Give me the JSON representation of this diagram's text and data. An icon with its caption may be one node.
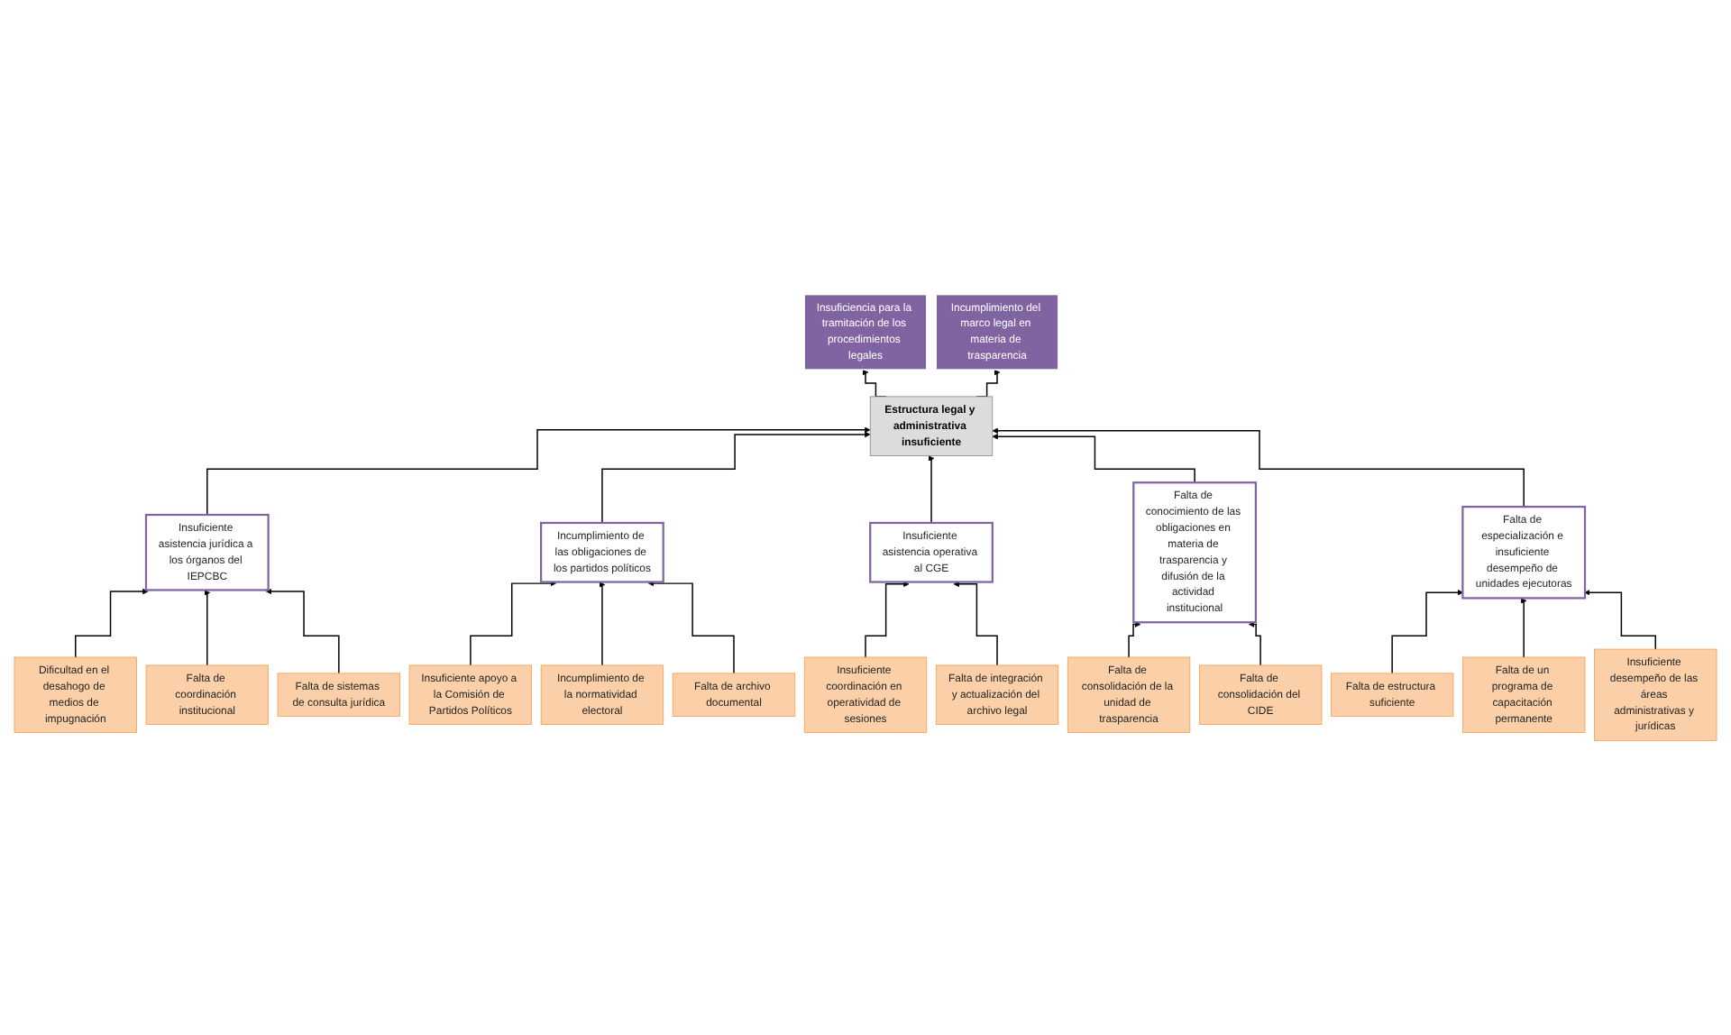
{
  "diagram": {
    "nodes": [
      {
        "text": [
          "Insuficiencia para la tramitación de los procedimientos legales"
        ]
      },
      {
        "text": [
          "Incumplimiento del marco legal en materia de trasparencia"
        ]
      },
      {
        "text": [
          "Estructura legal y administrativa insuficiente"
        ]
      },
      {
        "text": [
          "Insuficiente asistencia jurídica a los órganos del IEPCBC"
        ]
      },
      {
        "text": [
          "Incumplimiento de las obligaciones de los partidos políticos"
        ]
      },
      {
        "text": [
          "Insuficiente asistencia operativa al CGE"
        ]
      },
      {
        "text": [
          "Falta de conocimiento de las obligaciones en materia de trasparencia y difusión de la actividad institucional"
        ]
      },
      {
        "text": [
          "Falta de especialización e insuficiente desempeño de unidades ejecutoras"
        ]
      },
      {
        "text": [
          "Dificultad en el desahogo de medios de impugnación"
        ]
      },
      {
        "text": [
          "Falta de coordinación institucional"
        ]
      },
      {
        "text": [
          "Falta de sistemas de consulta jurídica"
        ]
      },
      {
        "text": [
          "Insuficiente apoyo a la Comisión de Partidos Políticos"
        ]
      },
      {
        "text": [
          "Incumplimiento de la normatividad electoral"
        ]
      },
      {
        "text": [
          "Falta de archivo documental"
        ]
      },
      {
        "text": [
          "Insuficiente coordinación en operatividad de sesiones"
        ]
      },
      {
        "text": [
          "Falta de integración y actualización del archivo legal"
        ]
      },
      {
        "text": [
          "Falta de consolidación de la unidad de trasparencia"
        ]
      },
      {
        "text": [
          "Falta de consolidación del CIDE"
        ]
      },
      {
        "text": [
          "Falta de estructura suficiente"
        ]
      },
      {
        "text": [
          "Falta de un programa de capacitación permanente"
        ]
      },
      {
        "text": [
          "Insuficiente desempeño de las áreas administrativas y jurídicas"
        ]
      }
    ],
    "edges": [
      {
        "from": 2,
        "to": 0,
        "arrow": "to"
      },
      {
        "from": 2,
        "to": 1,
        "arrow": "to"
      },
      {
        "from": 3,
        "to": 2,
        "arrow": "to"
      },
      {
        "from": 4,
        "to": 2,
        "arrow": "to"
      },
      {
        "from": 5,
        "to": 2,
        "arrow": "to"
      },
      {
        "from": 6,
        "to": 2,
        "arrow": "to"
      },
      {
        "from": 7,
        "to": 2,
        "arrow": "to"
      },
      {
        "from": 8,
        "to": 3,
        "arrow": "to"
      },
      {
        "from": 9,
        "to": 3,
        "arrow": "to"
      },
      {
        "from": 10,
        "to": 3,
        "arrow": "to"
      },
      {
        "from": 11,
        "to": 4,
        "arrow": "to"
      },
      {
        "from": 12,
        "to": 4,
        "arrow": "to"
      },
      {
        "from": 13,
        "to": 4,
        "arrow": "to"
      },
      {
        "from": 14,
        "to": 5,
        "arrow": "to"
      },
      {
        "from": 15,
        "to": 5,
        "arrow": "to"
      },
      {
        "from": 16,
        "to": 6,
        "arrow": "to"
      },
      {
        "from": 17,
        "to": 6,
        "arrow": "to"
      },
      {
        "from": 18,
        "to": 7,
        "arrow": "to"
      },
      {
        "from": 19,
        "to": 7,
        "arrow": "to"
      },
      {
        "from": 20,
        "to": 7,
        "arrow": "to"
      }
    ]
  }
}
